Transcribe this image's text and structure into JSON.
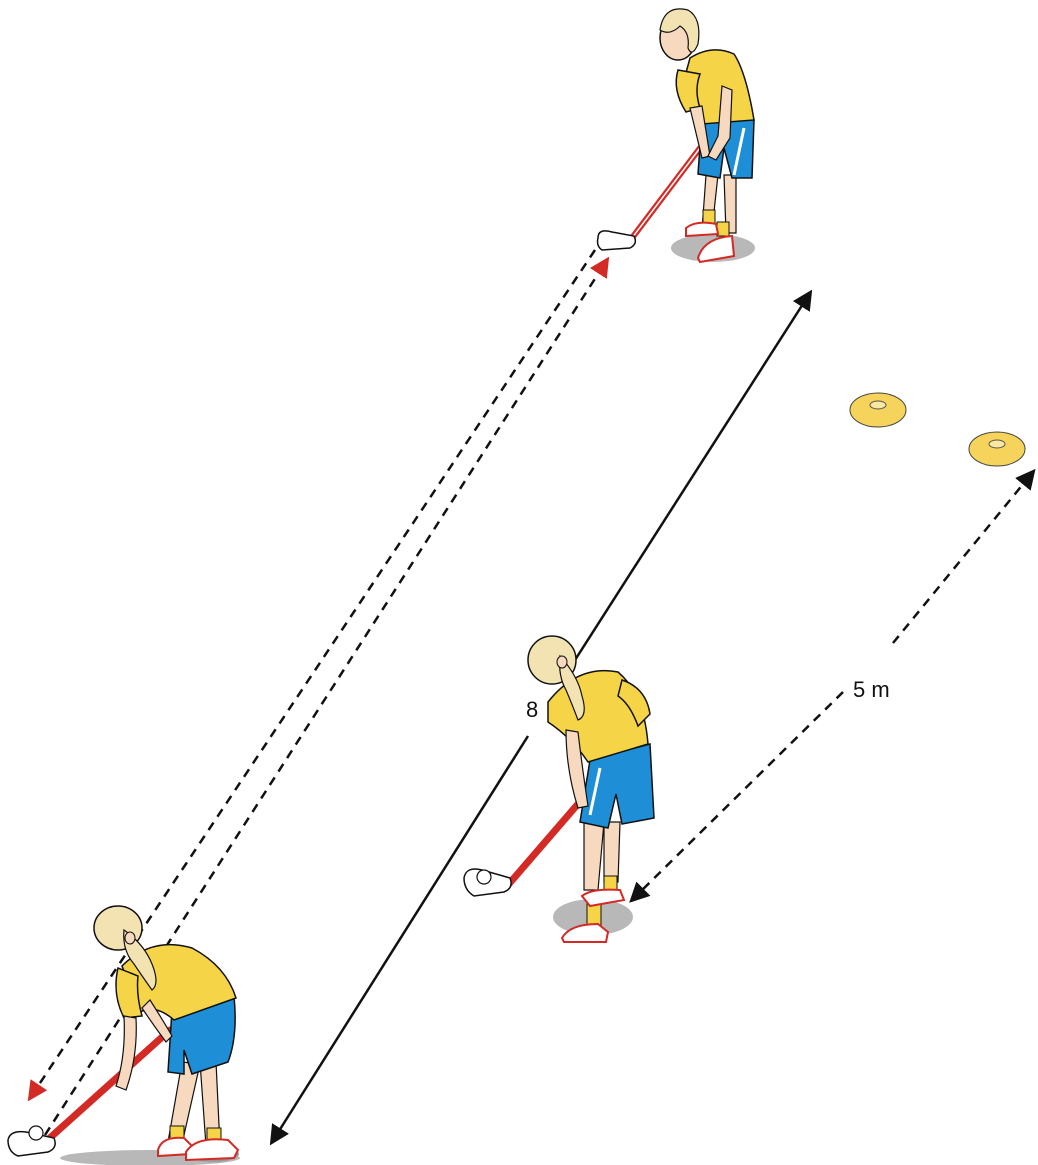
{
  "labels": {
    "long_distance": "8",
    "short_distance": "5 m"
  },
  "colors": {
    "shirt": "#f5d547",
    "shorts": "#1e8fd6",
    "hair": "#f4e3b2",
    "skin": "#f6d9bf",
    "stick": "#d42a25",
    "pass_arrow": "#d42a25",
    "cone": "#f6d35a",
    "shadow": "#b8b8b8",
    "line": "#111111"
  },
  "figures": [
    {
      "name": "player-top",
      "facing": "front"
    },
    {
      "name": "player-middle",
      "facing": "back"
    },
    {
      "name": "player-bottom-left",
      "facing": "back"
    }
  ],
  "cones": 2
}
